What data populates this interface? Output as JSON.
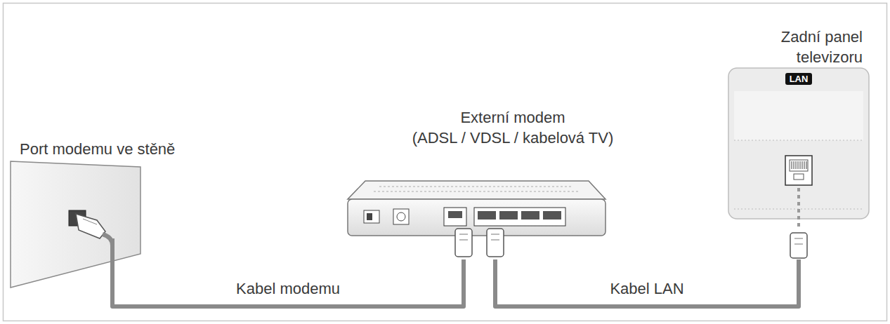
{
  "diagram": {
    "nodes": [
      {
        "text": [
          "Port modemu ve stěně"
        ]
      },
      {
        "text": [
          "Externí modem (ADSL / VDSL / kabelová TV)"
        ]
      },
      {
        "text": [
          "Zadní panel televizoru",
          "LAN"
        ]
      }
    ],
    "edges": [
      {
        "from": 0,
        "to": 1,
        "label": "Kabel modemu",
        "arrow": "none"
      },
      {
        "from": 1,
        "to": 2,
        "label": "Kabel LAN",
        "arrow": "none"
      }
    ]
  }
}
